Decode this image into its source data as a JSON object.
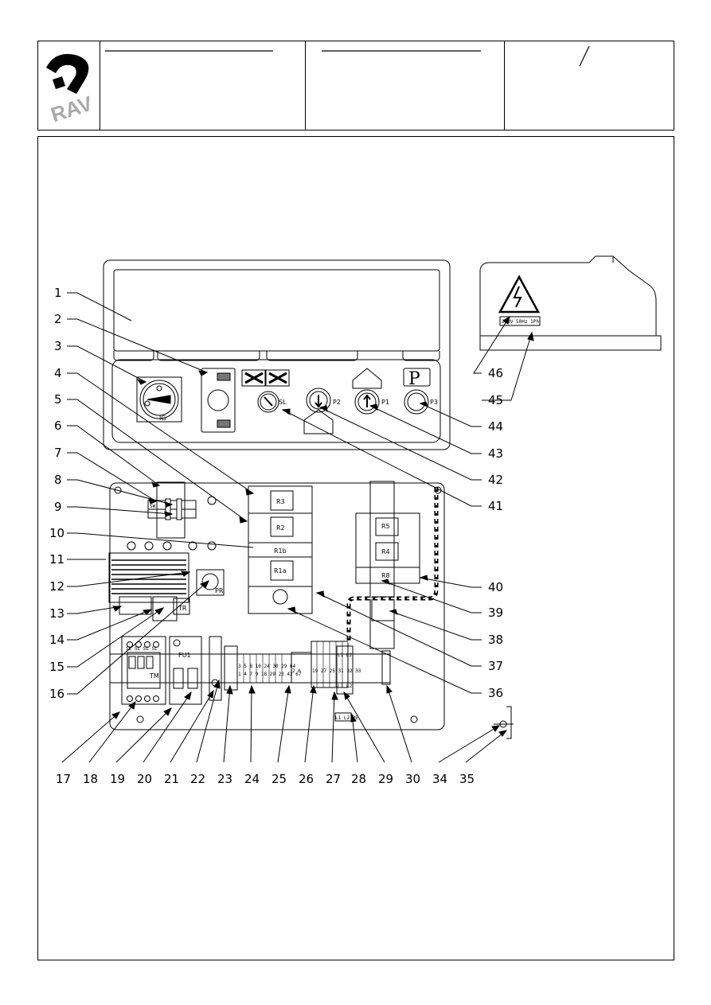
{
  "header": {
    "logo_text": "RAV",
    "rev_slash": "/"
  },
  "diagram": {
    "callouts": [
      "1",
      "2",
      "3",
      "4",
      "5",
      "6",
      "7",
      "8",
      "9",
      "10",
      "11",
      "12",
      "13",
      "14",
      "15",
      "16",
      "17",
      "18",
      "19",
      "20",
      "21",
      "22",
      "23",
      "24",
      "25",
      "26",
      "27",
      "28",
      "29",
      "30",
      "34",
      "35",
      "36",
      "37",
      "38",
      "39",
      "40",
      "41",
      "42",
      "43",
      "44",
      "45",
      "46"
    ],
    "component_labels": {
      "selector": "IG",
      "sl": "SL",
      "p1": "P1",
      "p2": "P2",
      "p3": "P3",
      "p_symbol": "P",
      "relay_r3": "R3",
      "relay_r2": "R2",
      "relay_r1b": "R1b",
      "relay_r1a": "R1a",
      "relay_r5": "R5",
      "relay_r4": "R4",
      "relay_r8": "R8",
      "tm": "TM",
      "fu1": "FU1",
      "tr": "TR",
      "pr": "PR",
      "sw": "SW",
      "sl_sl": "SL SL SL SL",
      "terminal_top": "3 5 8 10 24 30 29 64",
      "terminal_bot": "1 4 7 9 18 29 23 42 67",
      "terminal_mid": "2 6",
      "terminal_right": "19 27 25 31 32 33",
      "l1l2": "L1 L2",
      "l1l2pe": "L1 L2 PE",
      "warning_label": "230V  50Hz  1Ph"
    }
  }
}
